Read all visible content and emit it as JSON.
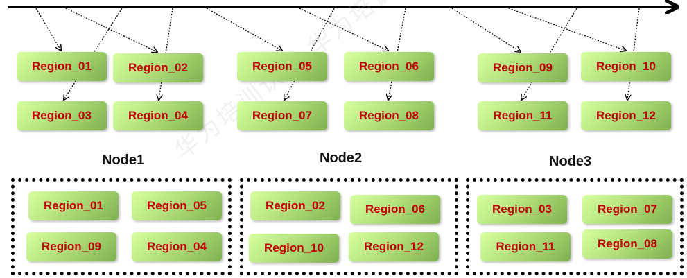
{
  "regions_top": [
    "Region_01",
    "Region_02",
    "Region_05",
    "Region_06",
    "Region_09",
    "Region_10",
    "Region_03",
    "Region_04",
    "Region_07",
    "Region_08",
    "Region_11",
    "Region_12"
  ],
  "nodes": [
    {
      "label": "Node1",
      "regions": [
        "Region_01",
        "Region_05",
        "Region_09",
        "Region_04"
      ]
    },
    {
      "label": "Node2",
      "regions": [
        "Region_02",
        "Region_06",
        "Region_10",
        "Region_12"
      ]
    },
    {
      "label": "Node3",
      "regions": [
        "Region_03",
        "Region_07",
        "Region_11",
        "Region_08"
      ]
    }
  ],
  "colors": {
    "region_text": "#c00000",
    "region_fill_light": "#d7ffa0",
    "region_fill_dark": "#7fb04f",
    "line": "#000000"
  }
}
